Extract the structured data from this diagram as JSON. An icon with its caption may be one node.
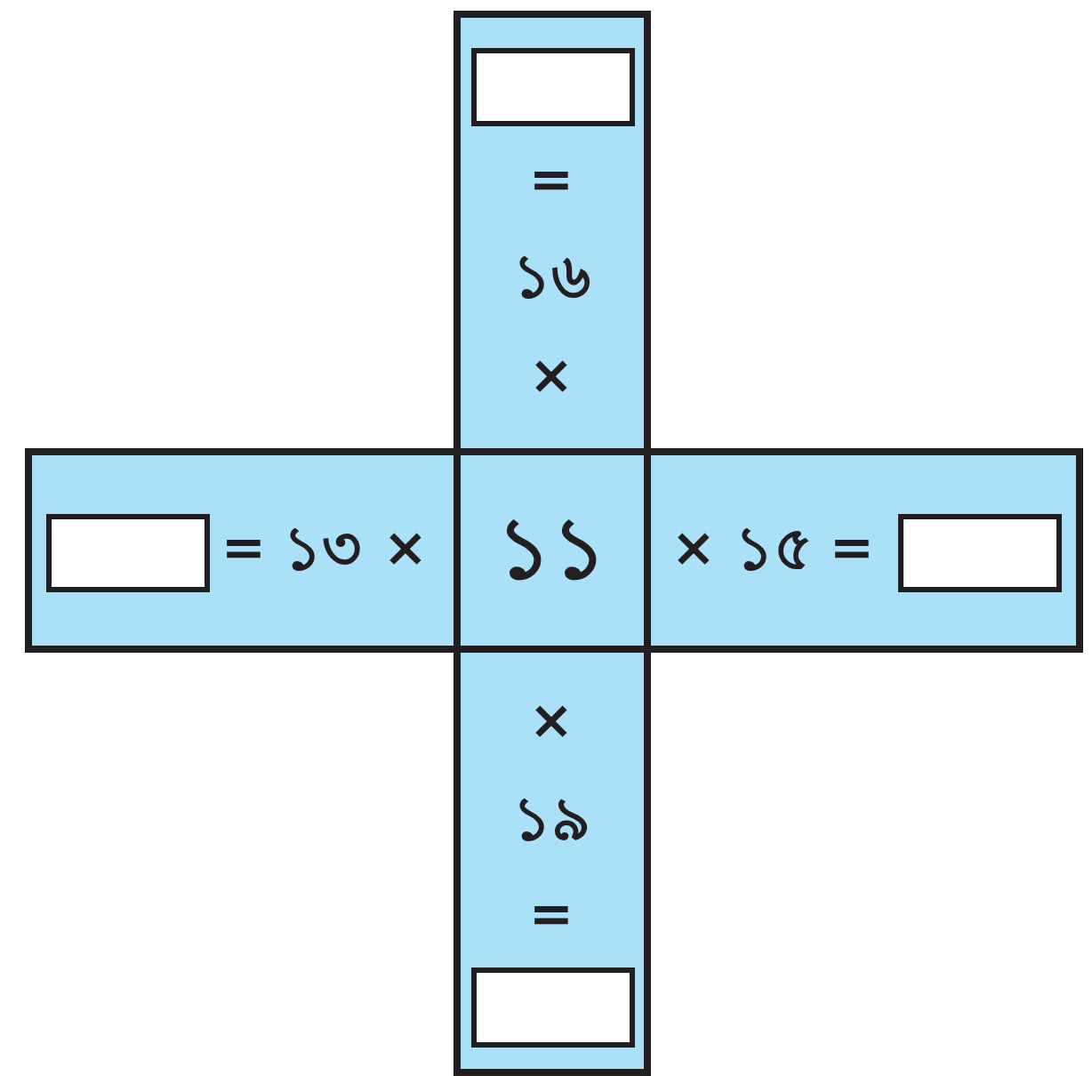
{
  "diagram": {
    "nodes": [
      {
        "text": [
          "=",
          "১৬",
          "×"
        ]
      },
      {
        "text": [],
        "shape": "box",
        "in": 0
      },
      {
        "text": [
          "=",
          "১৩",
          "×"
        ]
      },
      {
        "text": [],
        "shape": "box",
        "in": 2
      },
      {
        "text": [
          "১১"
        ]
      },
      {
        "text": [
          "×",
          "১৫",
          "="
        ]
      },
      {
        "text": [],
        "shape": "box",
        "in": 5
      },
      {
        "text": [
          "×",
          "১৯",
          "="
        ]
      },
      {
        "text": [],
        "shape": "box",
        "in": 7
      }
    ]
  }
}
